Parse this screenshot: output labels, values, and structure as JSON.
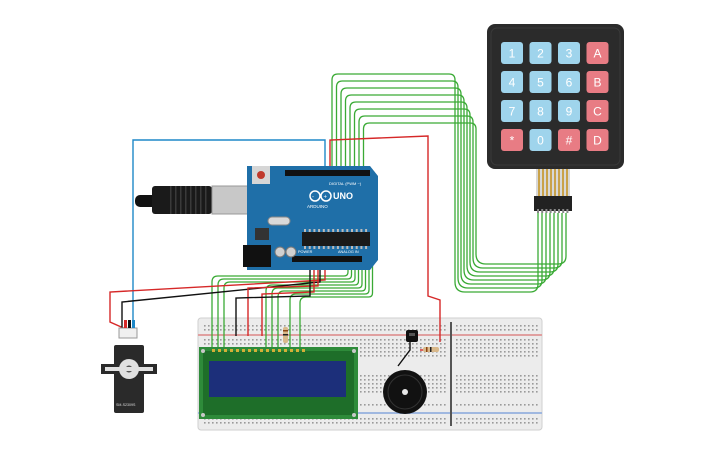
{
  "keypad": {
    "keys": [
      "1",
      "2",
      "3",
      "A",
      "4",
      "5",
      "6",
      "B",
      "7",
      "8",
      "9",
      "C",
      "*",
      "0",
      "#",
      "D"
    ],
    "num_color": "#9fd4ec",
    "letter_color": "#e87c84",
    "body_color": "#2b2b2b"
  },
  "arduino": {
    "brand": "ARDUINO",
    "model": "UNO",
    "header_digital": "DIGITAL (PWM ~)",
    "header_power": "POWER",
    "header_analog": "ANALOG IN",
    "board_color": "#1f6fa8"
  },
  "servo": {
    "label": "SM-S2309S"
  },
  "wires": {
    "green": "#3aaa35",
    "red": "#d62828",
    "blue": "#1e88c8",
    "black": "#111111"
  }
}
